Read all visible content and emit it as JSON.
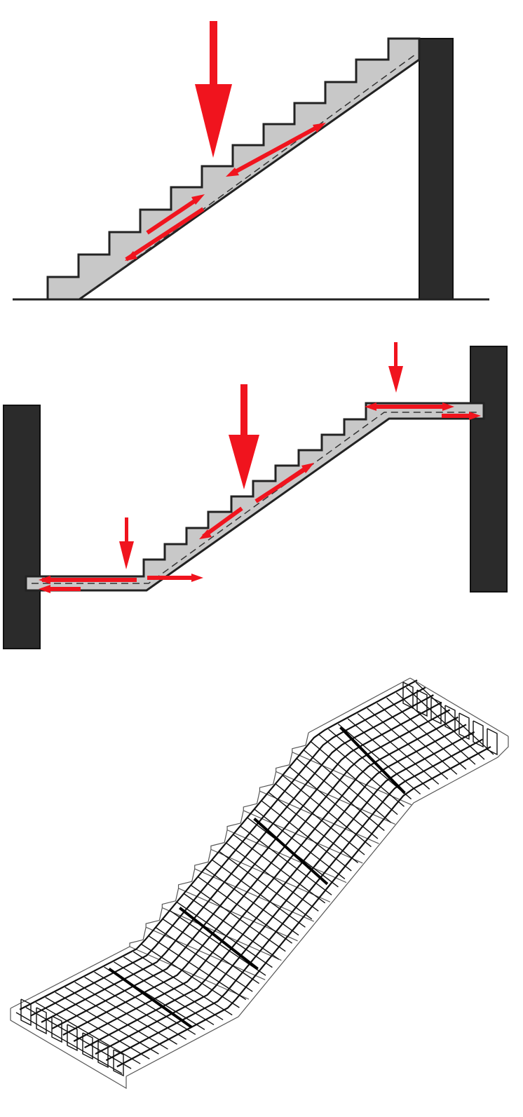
{
  "colors": {
    "background": "#ffffff",
    "concrete": "#c8c8c8",
    "outline": "#222222",
    "wall": "#2b2b2b",
    "force": "#f0141e",
    "rebar": "#111111",
    "formwork": "#555555"
  },
  "icons": {
    "load_arrow": "down-arrow-icon",
    "internal_force": "double-headed-arrow-icon"
  },
  "diagrams": [
    {
      "id": "simple-flight",
      "wall_side": "right",
      "has_landings": false,
      "load_count": 1
    },
    {
      "id": "flight-with-landings",
      "wall_sides": [
        "left",
        "right"
      ],
      "has_landings": true,
      "load_count": 3
    },
    {
      "id": "rebar-cage-isometric",
      "view": "isometric",
      "has_landings": true
    }
  ]
}
